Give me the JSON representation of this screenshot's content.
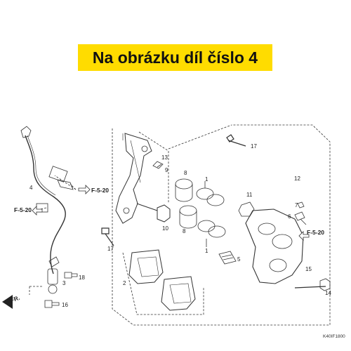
{
  "banner": {
    "text": "Na obrázku díl číslo 4"
  },
  "refs": {
    "f520_top": "F-5-20",
    "f520_left": "F-5-20",
    "f520_right": "F-5-20",
    "fr": "FR."
  },
  "labels": {
    "n1": "1",
    "n1b": "1",
    "n2": "2",
    "n3": "3",
    "n4": "4",
    "n5": "5",
    "n6": "6",
    "n7": "7",
    "n8": "8",
    "n8b": "8",
    "n9": "9",
    "n10": "10",
    "n11": "11",
    "n12": "12",
    "n13": "13",
    "n14": "14",
    "n15": "15",
    "n16": "16",
    "n17a": "17",
    "n17b": "17",
    "n18": "18"
  },
  "diagram_code": "K40IF1800",
  "colors": {
    "banner_bg": "#ffdc00",
    "line": "#333333"
  }
}
